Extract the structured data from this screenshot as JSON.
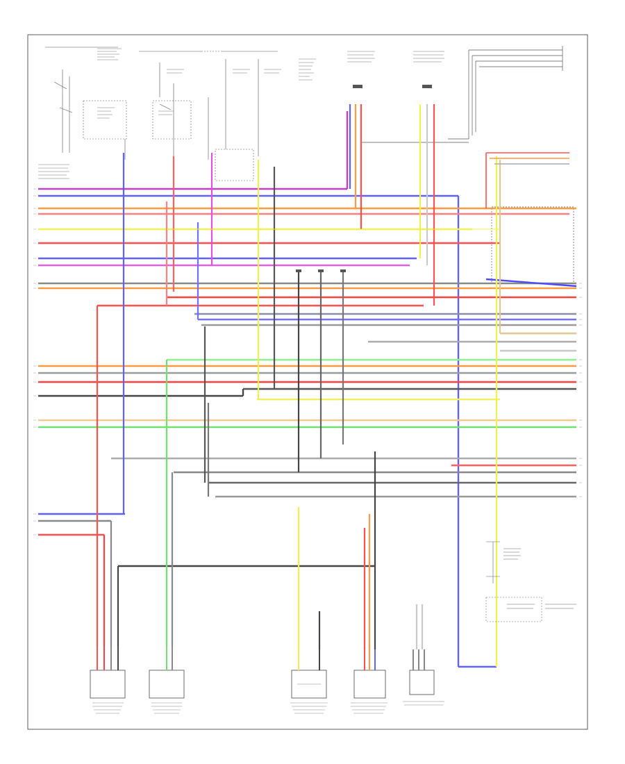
{
  "footer": "",
  "components": [
    {
      "id": "sensor-1",
      "label": ""
    },
    {
      "id": "sensor-2",
      "label": ""
    },
    {
      "id": "sensor-3",
      "label": ""
    },
    {
      "id": "sensor-4",
      "label": ""
    },
    {
      "id": "sensor-5",
      "label": ""
    }
  ],
  "wire_colors": {
    "red": "#ff3b3b",
    "pink": "#ff9a9a",
    "blue": "#4a4aff",
    "light_blue": "#8a8aff",
    "magenta": "#e040e0",
    "violet": "#b060d0",
    "yellow": "#f0f050",
    "orange": "#ff9a40",
    "green": "#60e060",
    "light_green": "#a0f0a0",
    "gray": "#8a8a8a",
    "light_gray": "#c8c8c8",
    "black": "#333333",
    "tan": "#e0c890"
  }
}
